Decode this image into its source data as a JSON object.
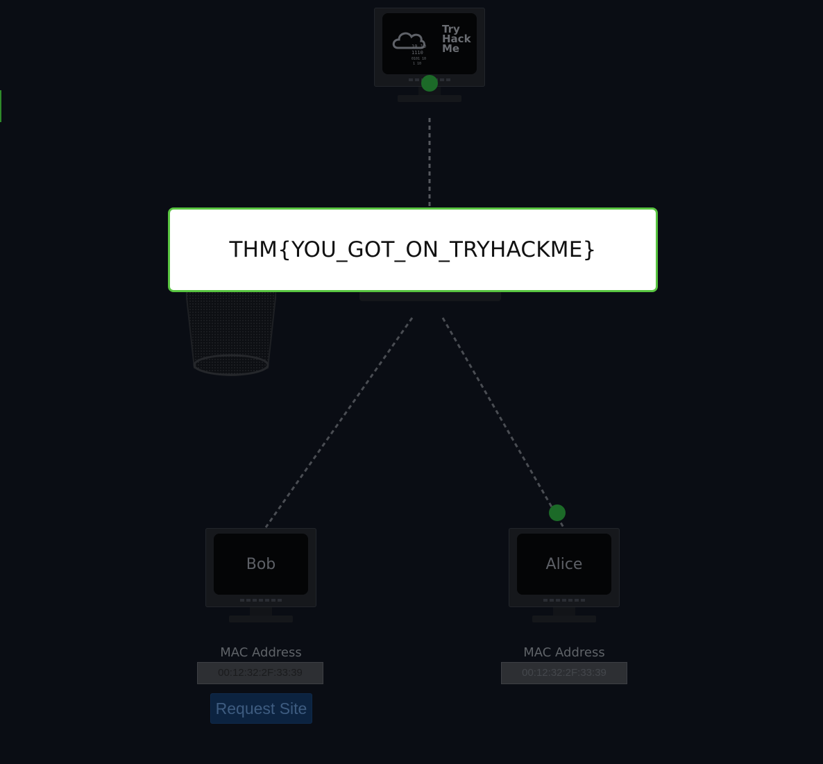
{
  "colors": {
    "background": "#0a0d14",
    "accent_green": "#58c440",
    "port_green": "#1c6a28",
    "button_blue": "#0c2340"
  },
  "server": {
    "logo_text": [
      "Try",
      "Hack",
      "Me"
    ],
    "logo_icon": "cloud-binary-icon"
  },
  "flag": {
    "text": "THM{YOU_GOT_ON_TRYHACKME}"
  },
  "hosts": {
    "bob": {
      "name": "Bob",
      "mac_label": "MAC Address",
      "mac_value": "00:12:32:2F:33:39",
      "action_label": "Request Site"
    },
    "alice": {
      "name": "Alice",
      "mac_label": "MAC Address",
      "mac_value": "00:12:32:2F:33:39"
    }
  },
  "decor": {
    "trash_icon": "trash-bin-icon"
  }
}
